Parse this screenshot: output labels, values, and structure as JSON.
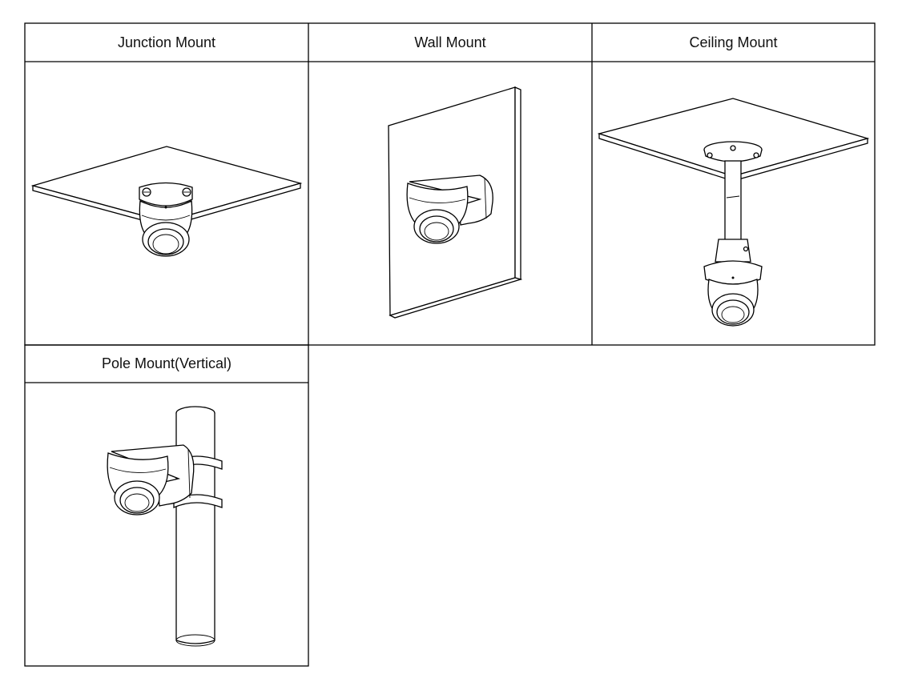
{
  "mounts": [
    {
      "label": "Junction Mount",
      "illustration": "junction-mount-illustration"
    },
    {
      "label": "Wall Mount",
      "illustration": "wall-mount-illustration"
    },
    {
      "label": "Ceiling Mount",
      "illustration": "ceiling-mount-illustration"
    },
    {
      "label": "Pole Mount(Vertical)",
      "illustration": "pole-mount-illustration"
    }
  ]
}
